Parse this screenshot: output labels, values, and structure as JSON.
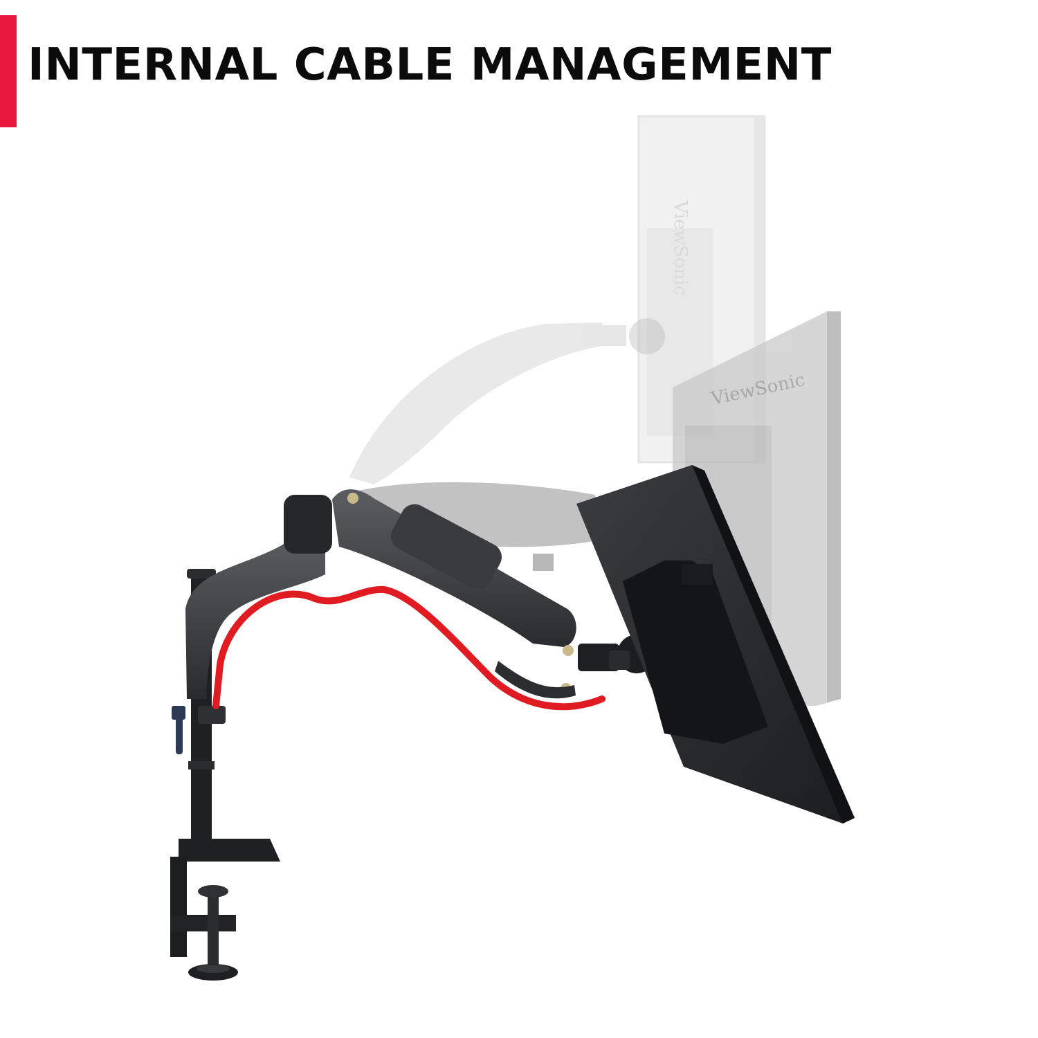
{
  "header": {
    "title": "INTERNAL CABLE MANAGEMENT",
    "accent_color": "#e8173c"
  },
  "product": {
    "monitor_brand_upper": "ViewSonic",
    "monitor_brand_middle": "ViewSonic"
  },
  "colors": {
    "cable": "#e11b22",
    "arm_dark": "#2f3033",
    "arm_mid": "#4a4c50",
    "ghost": "#d9d9d9"
  }
}
